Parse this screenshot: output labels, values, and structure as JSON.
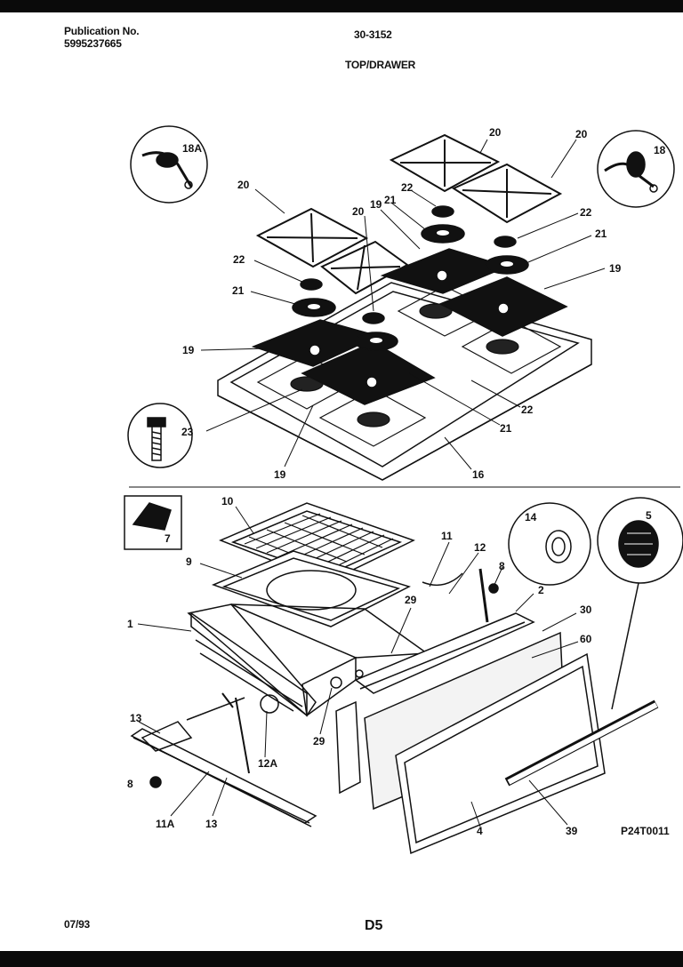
{
  "header": {
    "publication_label": "Publication No.",
    "publication_number": "5995237665",
    "model": "30-3152",
    "section": "TOP/DRAWER"
  },
  "footer": {
    "date": "07/93",
    "page": "D5"
  },
  "diagram_code": "P24T0011",
  "callouts": {
    "c18A": "18A",
    "c18": "18",
    "c20a": "20",
    "c20b": "20",
    "c20c": "20",
    "c20d": "20",
    "c22a": "22",
    "c22b": "22",
    "c22c": "22",
    "c22d": "22",
    "c21a": "21",
    "c21b": "21",
    "c21c": "21",
    "c21d": "21",
    "c19a": "19",
    "c19b": "19",
    "c19c": "19",
    "c19d": "19",
    "c23": "23",
    "c16": "16",
    "c10": "10",
    "c9": "9",
    "c1": "1",
    "c7": "7",
    "c11": "11",
    "c12": "12",
    "c8a": "8",
    "c8b": "8",
    "c14": "14",
    "c5": "5",
    "c2": "2",
    "c30": "30",
    "c60": "60",
    "c29a": "29",
    "c29b": "29",
    "c13a": "13",
    "c13b": "13",
    "c12A": "12A",
    "c11A": "11A",
    "c4": "4",
    "c39": "39"
  }
}
